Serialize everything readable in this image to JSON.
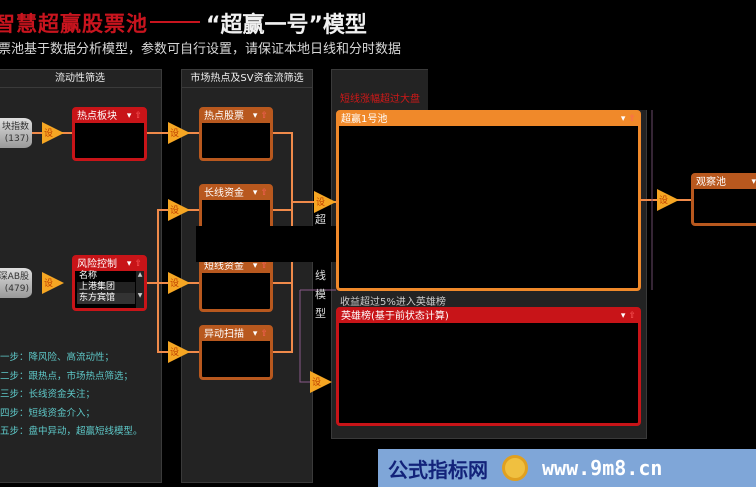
{
  "header": {
    "title_red": "智慧超赢股票池",
    "title_white": "“超赢一号”模型",
    "subtitle": "票池基于数据分析模型，参数可自行设置，请保证本地日线和分时数据"
  },
  "panels": {
    "liquidity": "流动性筛选",
    "hotspot": "市场热点及SV资金流筛选"
  },
  "sources": [
    {
      "name": "块指数",
      "count": "(137)"
    },
    {
      "name": "深AB股",
      "count": "(479)"
    }
  ],
  "filter_symbol": "设",
  "boxes": {
    "hot_sector": "热点板块",
    "risk_control": "风险控制",
    "hot_stocks": "热点股票",
    "long_funds": "长线资金",
    "short_funds": "短线资金",
    "anomaly_scan": "异动扫描",
    "pool1": "超赢1号池",
    "hero": "英雄榜(基于前状态计算)",
    "watch": "观察池"
  },
  "risk_list": {
    "header": "名称",
    "items": [
      "上港集团",
      "东方宾馆"
    ]
  },
  "notes": {
    "red_note": "短线涨幅超过大盘",
    "hero_note": "收益超过5%进入英雄榜"
  },
  "vertical_label": [
    "超",
    "线",
    "模",
    "型"
  ],
  "steps": [
    "一步：降风险、高流动性；",
    "二步：跟热点，市场热点筛选；",
    "三步：长线资金关注；",
    "四步：短线资金介入；",
    "五步：盘中异动，超赢短线模型。"
  ],
  "icons": {
    "menu": "▾",
    "up": "⇧"
  },
  "banner": {
    "name": "公式指标网",
    "url": "www.9m8.cn"
  },
  "colors": {
    "red": "#c81418",
    "orange": "#f0892a",
    "brown": "#b8581e",
    "step_text": "#5ec8c8"
  }
}
